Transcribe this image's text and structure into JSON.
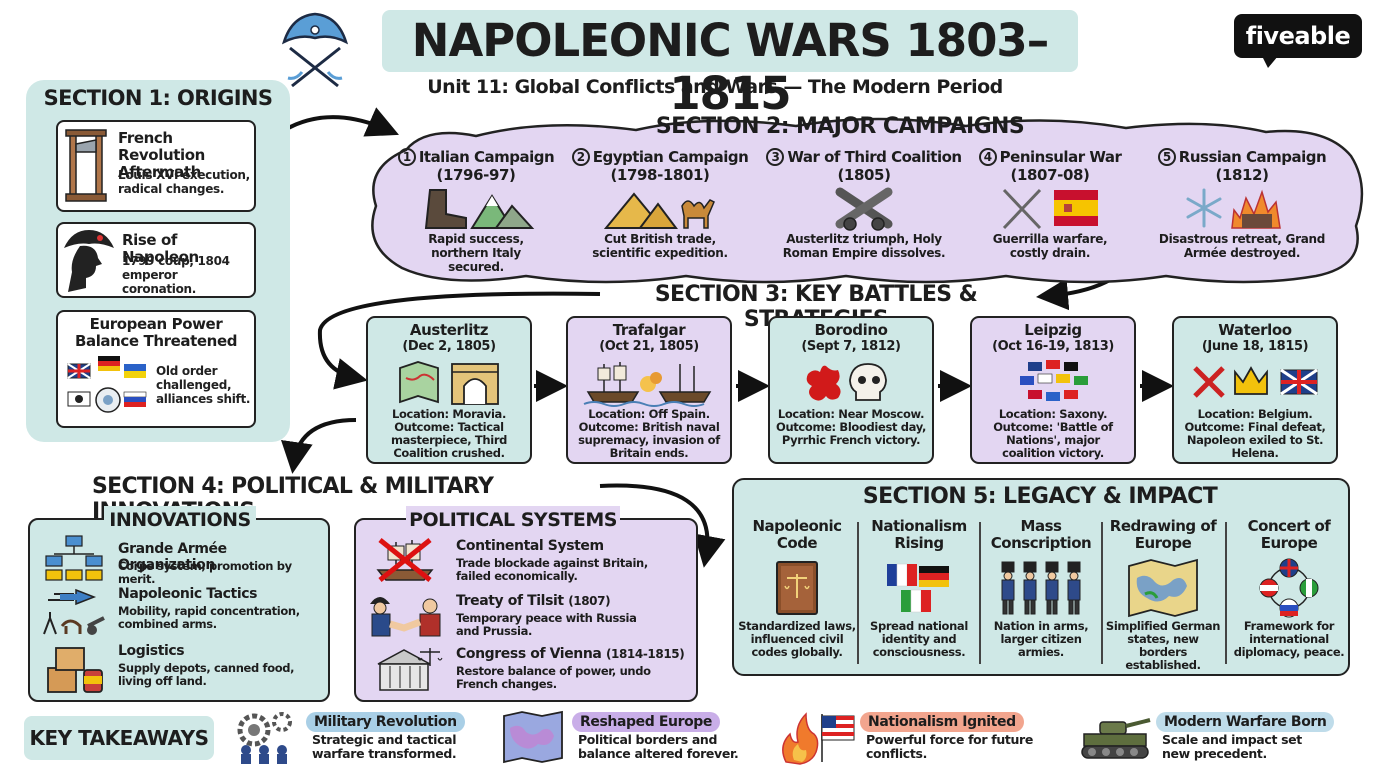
{
  "header": {
    "title": "NAPOLEONIC WARS 1803–1815",
    "subtitle": "Unit 11: Global Conflicts and Wars — The Modern Period",
    "logo": "fiveable"
  },
  "section1": {
    "title": "SECTION 1: ORIGINS",
    "cards": [
      {
        "title": "French Revolution Aftermath",
        "desc": "Louis XVI execution, radical changes.",
        "icon": "guillotine-icon"
      },
      {
        "title": "Rise of Napoleon",
        "desc": "1799 coup, 1804 emperor coronation.",
        "icon": "napoleon-silhouette-icon"
      },
      {
        "title": "European Power Balance Threatened",
        "desc": "Old order challenged, alliances shift.",
        "icon": "flags-map-icon"
      }
    ]
  },
  "section2": {
    "title": "SECTION 2: MAJOR CAMPAIGNS",
    "campaigns": [
      {
        "num": "1",
        "name": "Italian Campaign",
        "years": "(1796-97)",
        "desc": "Rapid success, northern Italy secured."
      },
      {
        "num": "2",
        "name": "Egyptian Campaign",
        "years": "(1798-1801)",
        "desc": "Cut British trade, scientific expedition."
      },
      {
        "num": "3",
        "name": "War of Third Coalition",
        "years": "(1805)",
        "desc": "Austerlitz triumph, Holy Roman Empire dissolves."
      },
      {
        "num": "4",
        "name": "Peninsular War",
        "years": "(1807-08)",
        "desc": "Guerrilla warfare, costly drain."
      },
      {
        "num": "5",
        "name": "Russian Campaign",
        "years": "(1812)",
        "desc": "Disastrous retreat, Grand Armée destroyed."
      }
    ]
  },
  "section3": {
    "title": "SECTION 3: KEY BATTLES & STRATEGIES",
    "battles": [
      {
        "name": "Austerlitz",
        "date": "(Dec 2, 1805)",
        "desc": "Location: Moravia. Outcome: Tactical masterpiece, Third Coalition crushed."
      },
      {
        "name": "Trafalgar",
        "date": "(Oct 21, 1805)",
        "desc": "Location: Off Spain. Outcome: British naval supremacy, invasion of Britain ends."
      },
      {
        "name": "Borodino",
        "date": "(Sept 7, 1812)",
        "desc": "Location: Near Moscow. Outcome: Bloodiest day, Pyrrhic French victory."
      },
      {
        "name": "Leipzig",
        "date": "(Oct 16-19, 1813)",
        "desc": "Location: Saxony. Outcome: 'Battle of Nations', major coalition victory."
      },
      {
        "name": "Waterloo",
        "date": "(June 18, 1815)",
        "desc": "Location: Belgium. Outcome: Final defeat, Napoleon exiled to St. Helena."
      }
    ]
  },
  "section4": {
    "title": "SECTION 4: POLITICAL & MILITARY INNOVATIONS",
    "innovations": {
      "title": "INNOVATIONS",
      "items": [
        {
          "title": "Grande Armée Organization",
          "desc": "Corps system, promotion by merit."
        },
        {
          "title": "Napoleonic Tactics",
          "desc": "Mobility, rapid concentration, combined arms."
        },
        {
          "title": "Logistics",
          "desc": "Supply depots, canned food, living off land."
        }
      ]
    },
    "political": {
      "title": "POLITICAL SYSTEMS",
      "items": [
        {
          "title": "Continental System",
          "years": "",
          "desc": "Trade blockade against Britain, failed economically."
        },
        {
          "title": "Treaty of Tilsit",
          "years": "(1807)",
          "desc": "Temporary peace with Russia and Prussia."
        },
        {
          "title": "Congress of Vienna",
          "years": "(1814-1815)",
          "desc": "Restore balance of power, undo French changes."
        }
      ]
    }
  },
  "section5": {
    "title": "SECTION 5: LEGACY & IMPACT",
    "items": [
      {
        "name": "Napoleonic Code",
        "desc": "Standardized laws, influenced civil codes globally."
      },
      {
        "name": "Nationalism Rising",
        "desc": "Spread national identity and consciousness."
      },
      {
        "name": "Mass Conscription",
        "desc": "Nation in arms, larger citizen armies."
      },
      {
        "name": "Redrawing of Europe",
        "desc": "Simplified German states, new borders established."
      },
      {
        "name": "Concert of Europe",
        "desc": "Framework for international diplomacy, peace."
      }
    ]
  },
  "takeaways": {
    "label": "KEY TAKEAWAYS",
    "items": [
      {
        "tag": "Military Revolution",
        "desc": "Strategic and tactical warfare transformed.",
        "color": "#a9cfe6"
      },
      {
        "tag": "Reshaped Europe",
        "desc": "Political borders and balance altered forever.",
        "color": "#c9aee8"
      },
      {
        "tag": "Nationalism Ignited",
        "desc": "Powerful force for future conflicts.",
        "color": "#f2a58e"
      },
      {
        "tag": "Modern Warfare Born",
        "desc": "Scale and impact set new precedent.",
        "color": "#bfdcea"
      }
    ]
  },
  "colors": {
    "teal": "#cfe8e6",
    "lavender": "#e3d6f2",
    "ink": "#1d1d1d"
  }
}
